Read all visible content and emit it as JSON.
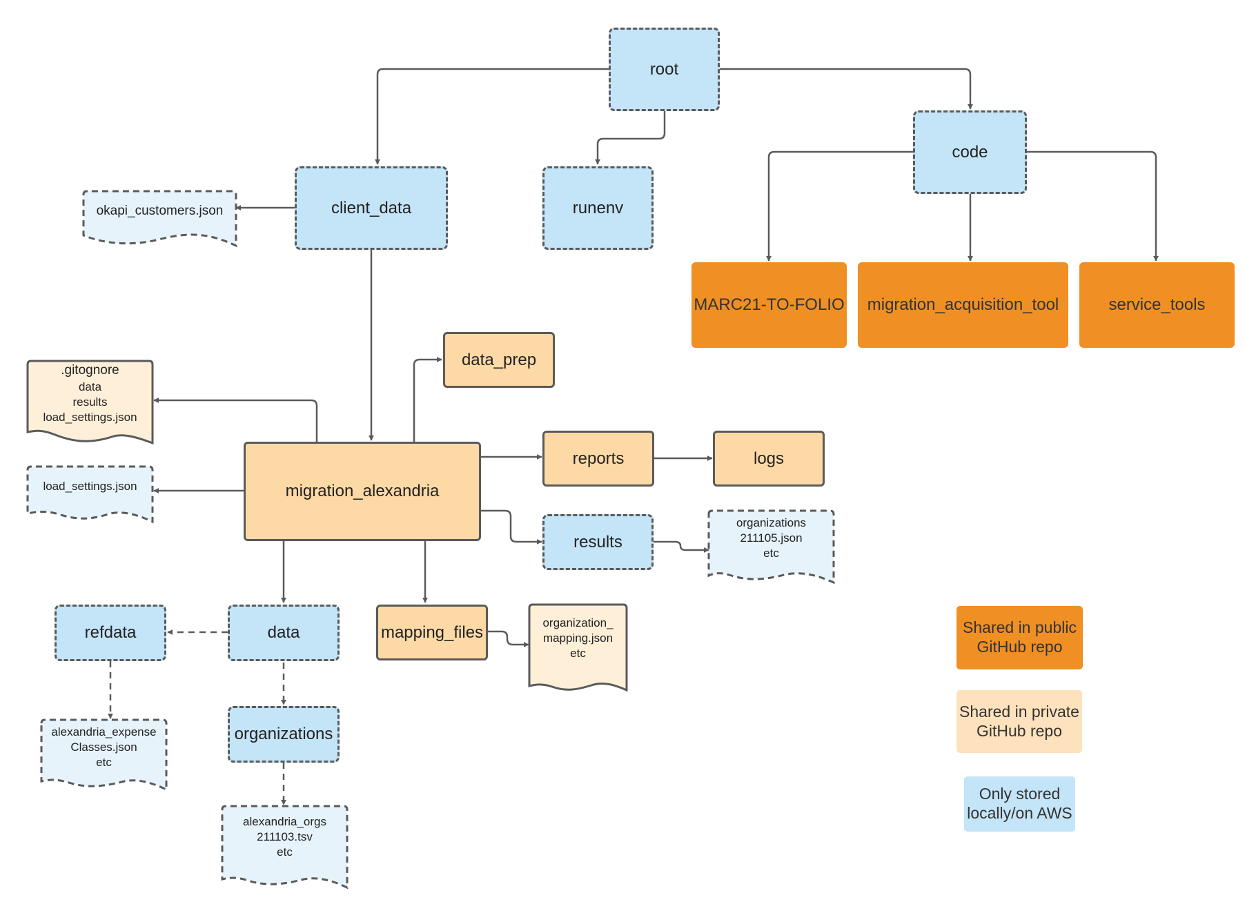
{
  "colors": {
    "local": "#c4e4f7",
    "private": "#fdd9a6",
    "public": "#ef8f24",
    "doc_local": "#e6f3fb",
    "doc_private": "#feefd8",
    "line": "#5a5a5a"
  },
  "nodes": {
    "root": "root",
    "client_data": "client_data",
    "runenv": "runenv",
    "code": "code",
    "marc21": "MARC21-TO-FOLIO",
    "migration_acquisition_tool": "migration_acquisition_tool",
    "service_tools": "service_tools",
    "data_prep": "data_prep",
    "migration_alexandria": "migration_alexandria",
    "reports": "reports",
    "logs": "logs",
    "results": "results",
    "refdata": "refdata",
    "data": "data",
    "mapping_files": "mapping_files",
    "organizations": "organizations"
  },
  "documents": {
    "okapi_customers": [
      "okapi_customers.json"
    ],
    "gitignore": [
      ".gitognore",
      "data",
      "results",
      "load_settings.json"
    ],
    "load_settings": [
      "load_settings.json"
    ],
    "results_files": [
      "organizations",
      "211105.json",
      "etc"
    ],
    "mapping_doc": [
      "organization_",
      "mapping.json",
      "etc"
    ],
    "expense_doc": [
      "alexandria_expense",
      "Classes.json",
      "etc"
    ],
    "orgs_doc": [
      "alexandria_orgs",
      "211103.tsv",
      "etc"
    ]
  },
  "legend": {
    "public": "Shared in public\nGitHub repo",
    "private": "Shared in private\nGitHub repo",
    "local": "Only stored\nlocally/on AWS"
  }
}
